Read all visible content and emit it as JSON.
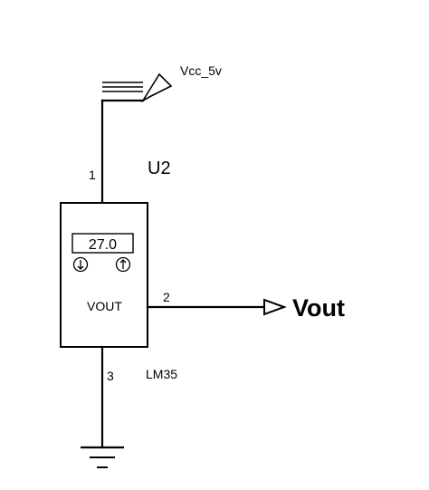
{
  "schematic": {
    "ref_designator": "U2",
    "part_name": "LM35",
    "power_label": "Vcc_5v",
    "output_net_label": "Vout",
    "component": {
      "display_value": "27.0",
      "output_pin_name": "VOUT",
      "down_button_icon": "arrow-down-circle",
      "up_button_icon": "arrow-up-circle"
    },
    "pins": {
      "supply": "1",
      "output": "2",
      "ground": "3"
    }
  }
}
